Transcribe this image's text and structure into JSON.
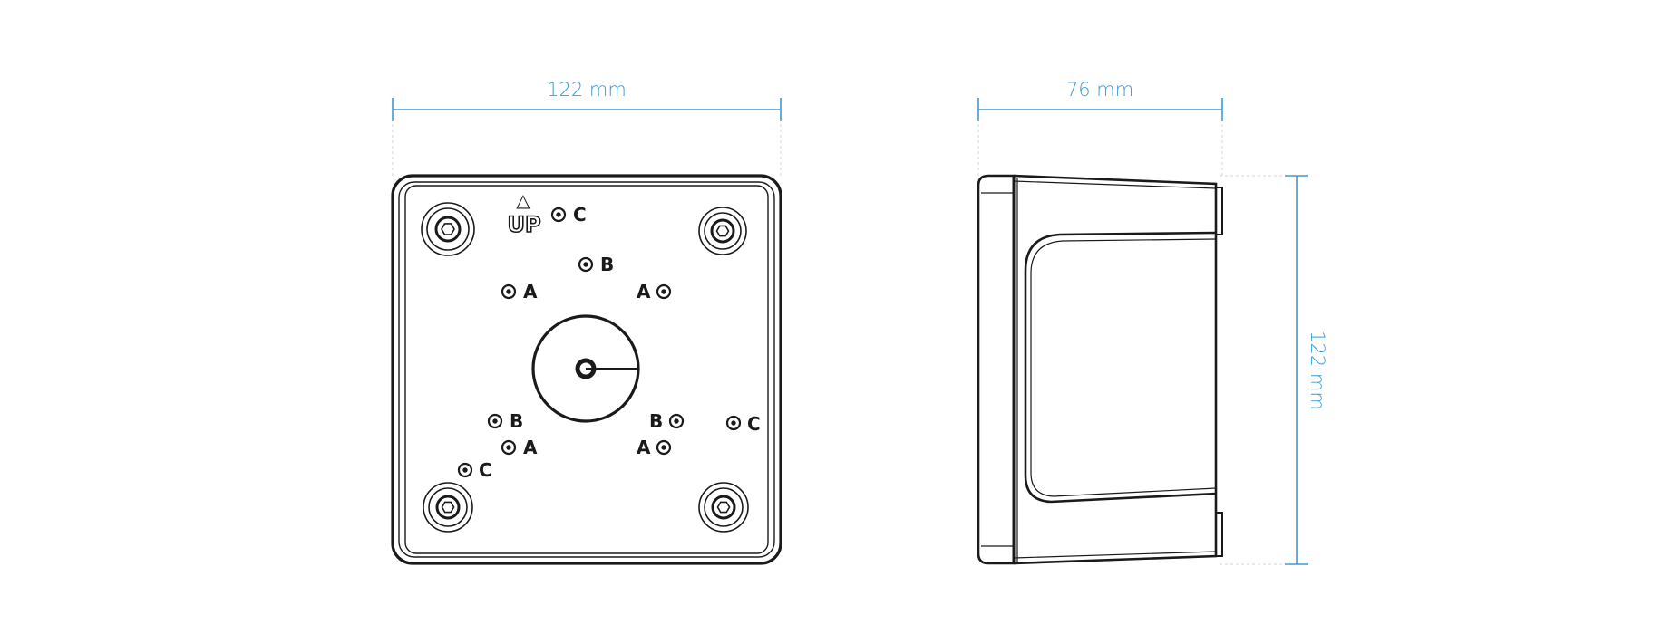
{
  "dimensions": {
    "front_width": "122 mm",
    "side_depth": "76 mm",
    "side_height": "122 mm"
  },
  "markings": {
    "up_text": "UP",
    "up_symbol": "△"
  },
  "holes": [
    {
      "id": "c-top",
      "letter": "C"
    },
    {
      "id": "b-top",
      "letter": "B"
    },
    {
      "id": "a-upper-left",
      "letter": "A"
    },
    {
      "id": "a-upper-right",
      "letter": "A"
    },
    {
      "id": "b-lower-left",
      "letter": "B"
    },
    {
      "id": "b-lower-right",
      "letter": "B"
    },
    {
      "id": "c-right",
      "letter": "C"
    },
    {
      "id": "a-lower-left",
      "letter": "A"
    },
    {
      "id": "a-lower-right",
      "letter": "A"
    },
    {
      "id": "c-bottom-left",
      "letter": "C"
    }
  ],
  "colors": {
    "dimension": "#3b9bd6",
    "outline": "#1a1a1a",
    "guide": "#cfd6dc"
  }
}
